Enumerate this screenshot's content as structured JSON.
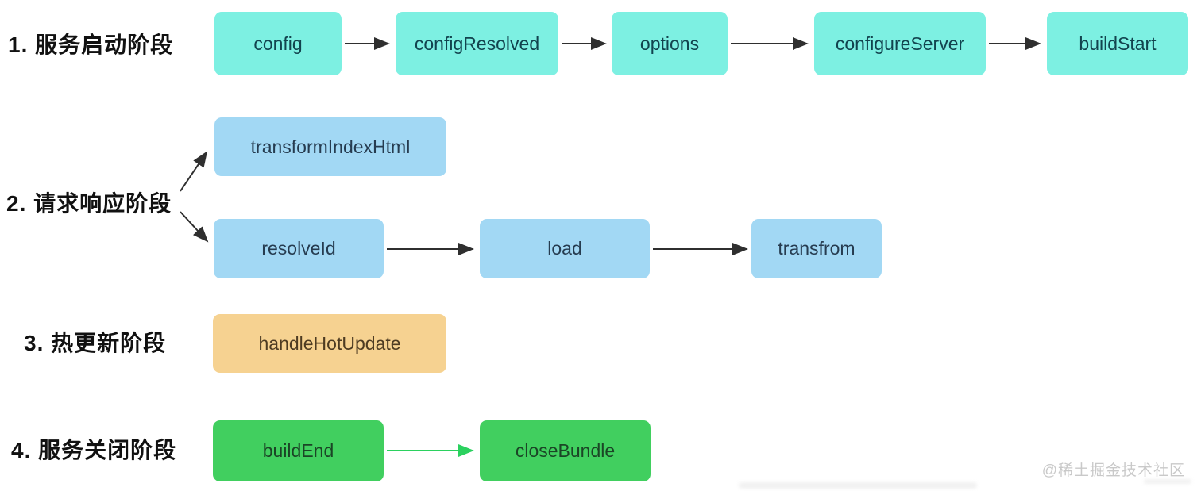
{
  "phases": [
    {
      "label": "1. 服务启动阶段",
      "box_color": "#7df0e2",
      "nodes": [
        "config",
        "configResolved",
        "options",
        "configureServer",
        "buildStart"
      ]
    },
    {
      "label": "2. 请求响应阶段",
      "box_color": "#a2d8f4",
      "nodes": [
        "transformIndexHtml",
        "resolveId",
        "load",
        "transfrom"
      ]
    },
    {
      "label": "3. 热更新阶段",
      "box_color": "#f6d291",
      "nodes": [
        "handleHotUpdate"
      ]
    },
    {
      "label": "4. 服务关闭阶段",
      "box_color": "#41cf5f",
      "nodes": [
        "buildEnd",
        "closeBundle"
      ]
    }
  ],
  "arrow_colors": {
    "default": "#2f2f2f",
    "phase4": "#2bd15f"
  },
  "watermark": "@稀土掘金技术社区"
}
